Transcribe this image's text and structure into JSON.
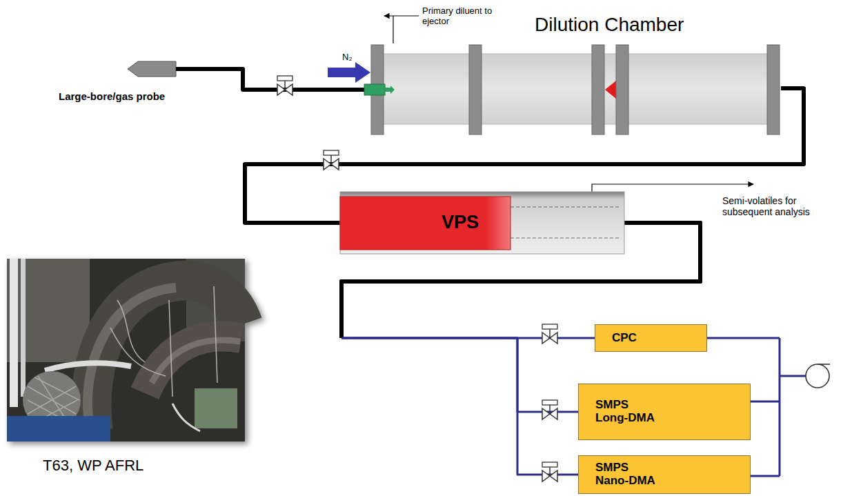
{
  "diagram": {
    "nodes": [
      {
        "text": [
          "Dilution Chamber"
        ]
      },
      {
        "text": [
          "VPS"
        ]
      },
      {
        "text": [
          "CPC"
        ]
      },
      {
        "text": [
          "SMPS Long-DMA"
        ]
      },
      {
        "text": [
          "SMPS Nano-DMA"
        ]
      }
    ],
    "edges": [
      {
        "from": 0,
        "to": 1,
        "arrow": "none"
      },
      {
        "from": 1,
        "to": 2,
        "arrow": "none"
      },
      {
        "from": 1,
        "to": 3,
        "arrow": "none"
      },
      {
        "from": 1,
        "to": 4,
        "arrow": "none"
      }
    ],
    "labels": [
      "Primary diluent to ejector",
      "N₂",
      "Large-bore/gas probe",
      "Semi-volatiles for subsequent analysis",
      "T63, WP AFRL"
    ]
  }
}
